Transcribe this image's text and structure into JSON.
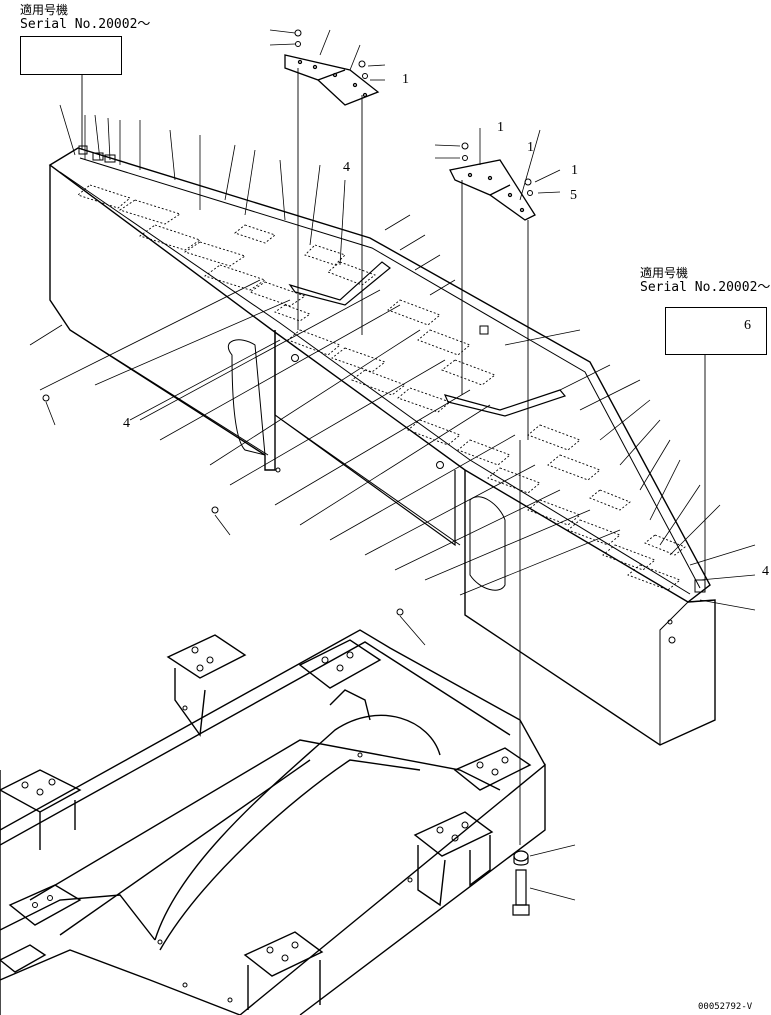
{
  "notes": {
    "left": {
      "line1": "適用号機",
      "line2": "Serial No.20002～"
    },
    "right": {
      "line1": "適用号機",
      "line2": "Serial No.20002～"
    }
  },
  "callouts": {
    "four_top": "4",
    "four_left": "4",
    "four_right": "4",
    "one_top_left": "1",
    "one_mid": "1",
    "one_a": "1",
    "one_b": "1",
    "five": "5",
    "six": "6"
  },
  "doc_id": "00052792-V"
}
